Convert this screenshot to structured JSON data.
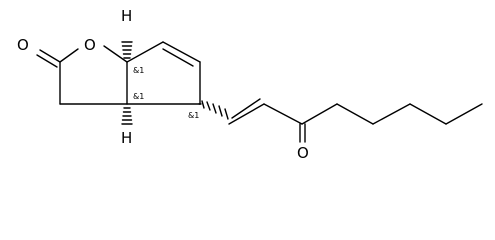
{
  "molecule": {
    "atoms": {
      "carbonyl_oxygen": "O",
      "ring_oxygen": "O",
      "ketone_oxygen": "O",
      "hydrogen_top": "H",
      "hydrogen_bottom": "H"
    },
    "stereo_labels": {
      "c6a": "&1",
      "c3a": "&1",
      "c4": "&1"
    }
  }
}
